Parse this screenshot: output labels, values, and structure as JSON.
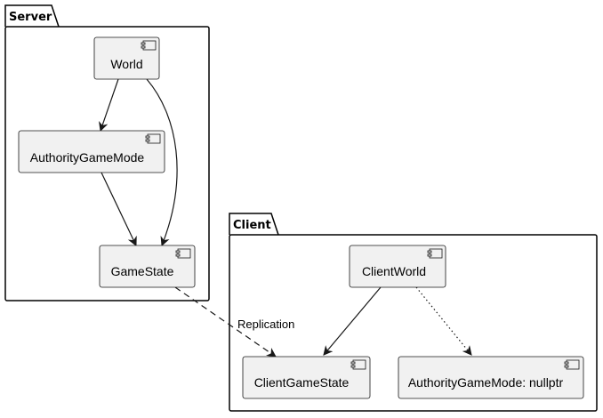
{
  "packages": {
    "server": {
      "title": "Server"
    },
    "client": {
      "title": "Client"
    }
  },
  "components": {
    "world": "World",
    "authority_game_mode": "AuthorityGameMode",
    "game_state": "GameState",
    "client_world": "ClientWorld",
    "client_game_state": "ClientGameState",
    "client_authority_game_mode": "AuthorityGameMode: nullptr"
  },
  "edges": {
    "replication_label": "Replication"
  },
  "colors": {
    "component_fill": "#f1f1f1",
    "component_stroke": "#181818",
    "package_stroke": "#000000"
  }
}
